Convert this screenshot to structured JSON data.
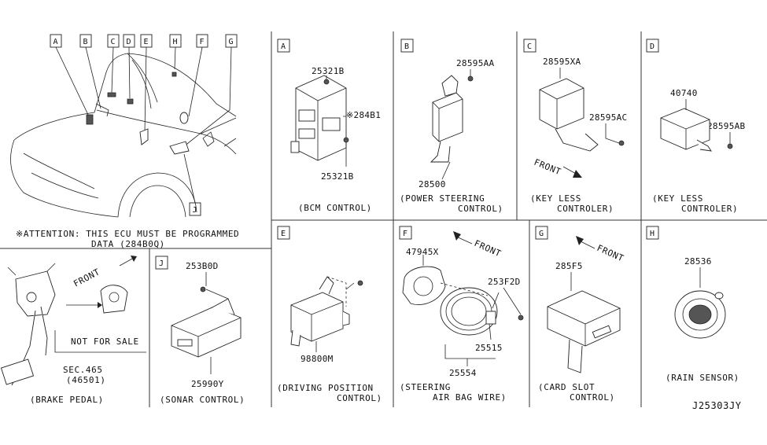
{
  "overview": {
    "callouts": [
      "A",
      "B",
      "C",
      "D",
      "E",
      "H",
      "F",
      "G",
      "J"
    ],
    "attention_line1": "※ATTENTION: THIS ECU MUST BE PROGRAMMED",
    "attention_line2": "DATA (284B0Q)"
  },
  "brake_pedal": {
    "front": "FRONT",
    "not_for_sale": "NOT FOR SALE",
    "sec": "SEC.465",
    "sec_sub": "(46501)",
    "caption": "(BRAKE PEDAL)"
  },
  "panels": {
    "A": {
      "letter": "A",
      "parts": [
        "25321B",
        "※284B1",
        "25321B"
      ],
      "caption": [
        "(BCM CONTROL)"
      ]
    },
    "B": {
      "letter": "B",
      "parts": [
        "28595AA",
        "28500"
      ],
      "caption": [
        "(POWER STEERING",
        "CONTROL)"
      ]
    },
    "C": {
      "letter": "C",
      "parts": [
        "28595XA",
        "28595AC"
      ],
      "front": "FRONT",
      "caption": [
        "(KEY LESS",
        "CONTROLER)"
      ]
    },
    "D": {
      "letter": "D",
      "parts": [
        "40740",
        "28595AB"
      ],
      "caption": [
        "(KEY LESS",
        "CONTROLER)"
      ]
    },
    "J": {
      "letter": "J",
      "parts": [
        "253B0D",
        "25990Y"
      ],
      "caption": [
        "(SONAR CONTROL)"
      ]
    },
    "E": {
      "letter": "E",
      "parts": [
        "98800M"
      ],
      "caption": [
        "(DRIVING POSITION",
        "CONTROL)"
      ]
    },
    "F": {
      "letter": "F",
      "parts": [
        "47945X",
        "253F2D",
        "25515",
        "25554"
      ],
      "front": "FRONT",
      "caption": [
        "(STEERING",
        "AIR BAG WIRE)"
      ]
    },
    "G": {
      "letter": "G",
      "parts": [
        "285F5"
      ],
      "front": "FRONT",
      "caption": [
        "(CARD SLOT",
        "CONTROL)"
      ]
    },
    "H": {
      "letter": "H",
      "parts": [
        "28536"
      ],
      "caption": [
        "(RAIN SENSOR)"
      ]
    }
  },
  "diagram_code": "J25303JY"
}
